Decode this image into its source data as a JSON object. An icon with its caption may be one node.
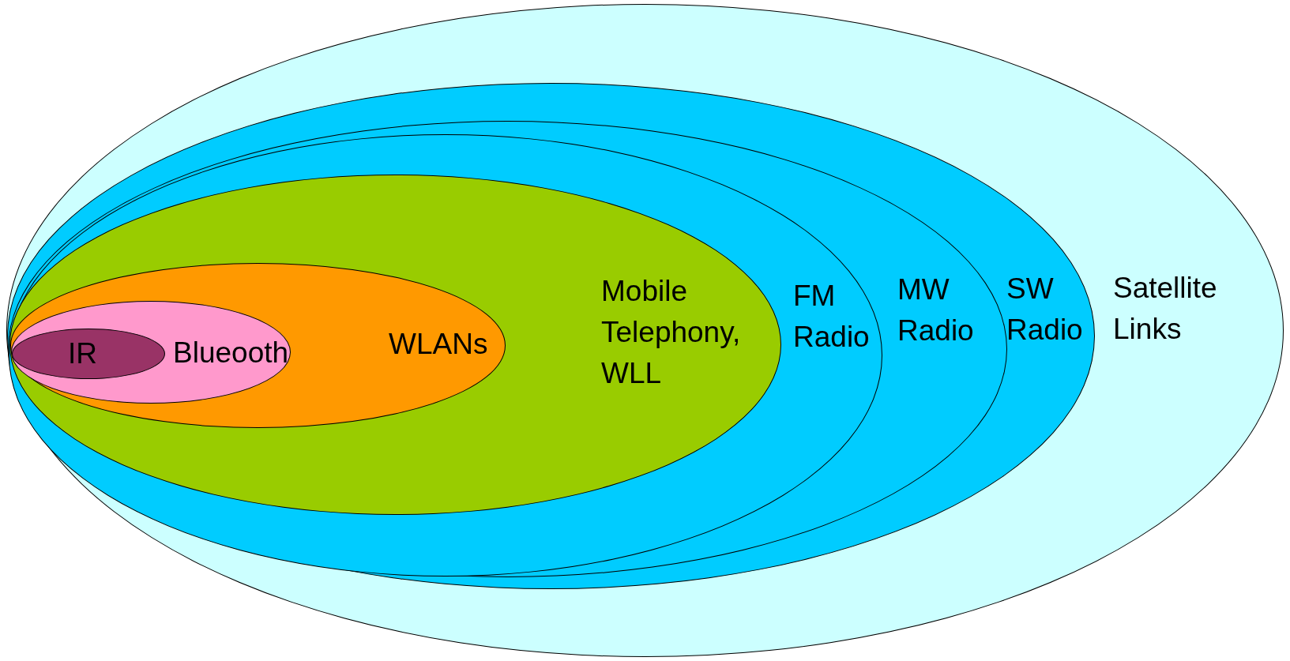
{
  "diagram": {
    "nodes": [
      {
        "text": [
          "Satellite Links"
        ]
      },
      {
        "text": [
          "SW Radio"
        ],
        "in": 0
      },
      {
        "text": [
          "MW Radio"
        ],
        "in": 1
      },
      {
        "text": [
          "FM Radio"
        ],
        "in": 2
      },
      {
        "text": [
          "Mobile Telephony, WLL"
        ],
        "in": 3
      },
      {
        "text": [
          "WLANs"
        ],
        "in": 4
      },
      {
        "text": [
          "Blueooth"
        ],
        "in": 5
      },
      {
        "text": [
          "IR"
        ],
        "in": 6
      }
    ]
  }
}
